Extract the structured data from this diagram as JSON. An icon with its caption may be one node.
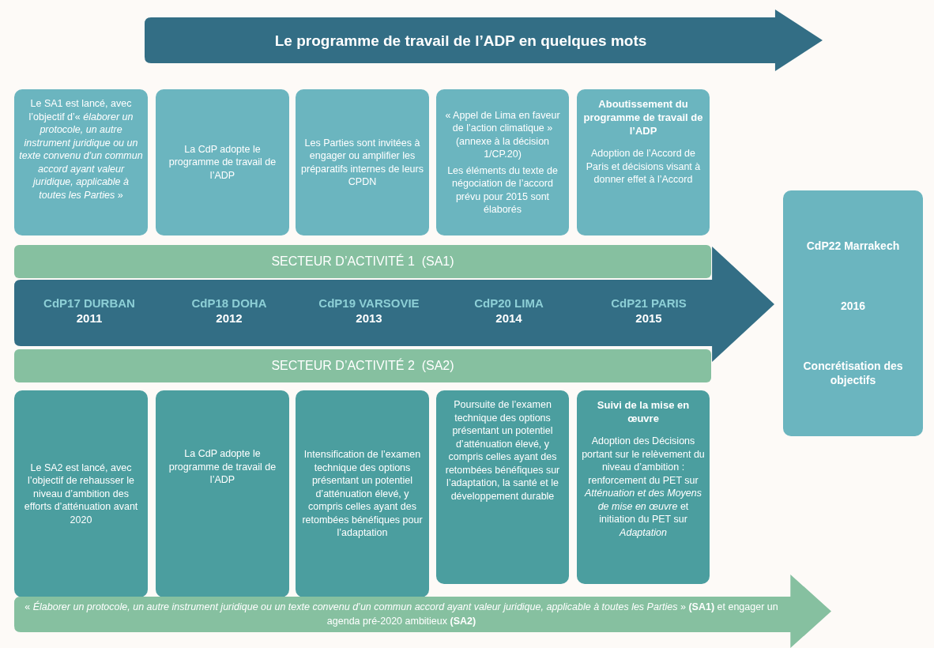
{
  "diagram": {
    "nodes": [
      {
        "text": [
          "Le programme de travail de l’ADP en quelques mots"
        ]
      },
      {
        "text": [
          "Le SA1 est lancé, avec l’objectif d’« *élaborer un protocole, un autre instrument juridique ou un texte convenu d’un commun accord ayant valeur juridique, applicable à toutes les Parties* »"
        ]
      },
      {
        "text": [
          "La CdP adopte le programme de travail de l’ADP"
        ]
      },
      {
        "text": [
          "Les Parties sont invitées à engager ou amplifier les préparatifs internes de leurs CPDN"
        ]
      },
      {
        "text": [
          "« Appel de Lima en faveur de l’action climatique » (annexe à la décision 1/CP.20)",
          "Les éléments du texte de négociation de l’accord prévu pour 2015 sont élaborés"
        ]
      },
      {
        "text": [
          "Aboutissement du programme de travail de l’ADP",
          "Adoption de l’Accord de Paris et décisions visant à donner effet à l’Accord"
        ]
      },
      {
        "text": [
          "SECTEUR D’ACTIVITÉ 1  (SA1)"
        ]
      },
      {
        "text": [
          "CdP17 DURBAN",
          "2011",
          "CdP18 DOHA",
          "2012",
          "CdP19 VARSOVIE",
          "2013",
          "CdP20 LIMA",
          "2014",
          "CdP21 PARIS",
          "2015"
        ]
      },
      {
        "text": [
          "SECTEUR D’ACTIVITÉ 2  (SA2)"
        ]
      },
      {
        "text": [
          "Le SA2 est lancé, avec l’objectif de rehausser le niveau d’ambition des efforts d’atténuation avant 2020"
        ]
      },
      {
        "text": [
          "La CdP adopte le programme de travail de l’ADP"
        ]
      },
      {
        "text": [
          "Intensification de l’examen technique des options présentant un potentiel d’atténuation élevé, y compris celles ayant des retombées bénéfiques pour l’adaptation"
        ]
      },
      {
        "text": [
          "Poursuite de l’examen technique des options présentant un potentiel d’atténuation élevé, y compris celles ayant des retombées bénéfiques sur l’adaptation, la santé et le développement durable"
        ]
      },
      {
        "text": [
          "Suivi de la mise en œuvre",
          "Adoption des Décisions portant sur le relèvement du niveau d’ambition : renforcement du PET sur *Atténuation et des Moyens de mise en œuvre* et initiation du PET sur *Adaptation*"
        ]
      },
      {
        "text": [
          "CdP22 Marrakech",
          "2016",
          "Concrétisation des objectifs"
        ]
      },
      {
        "text": [
          "« *Élaborer un protocole, un autre instrument juridique ou un texte convenu d’un commun accord ayant valeur juridique, applicable à toutes les Parties* » **(SA1)** et engager un agenda pré-2020 ambitieux **(SA2)**"
        ]
      }
    ],
    "edges": []
  }
}
